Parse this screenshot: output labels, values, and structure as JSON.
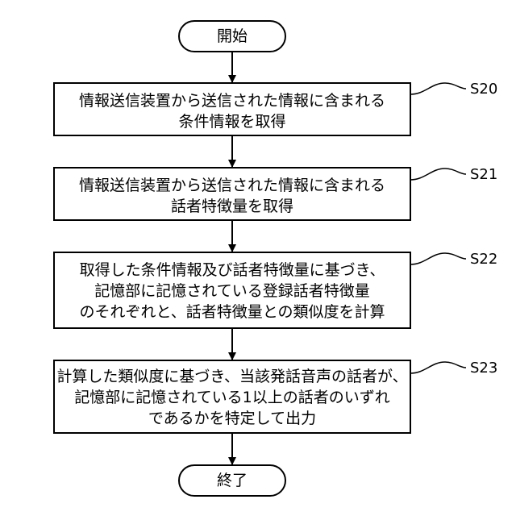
{
  "start": {
    "label": "開始"
  },
  "end": {
    "label": "終了"
  },
  "steps": [
    {
      "id": "S20",
      "lines": [
        "情報送信装置から送信された情報に含まれる",
        "条件情報を取得"
      ]
    },
    {
      "id": "S21",
      "lines": [
        "情報送信装置から送信された情報に含まれる",
        "話者特徴量を取得"
      ]
    },
    {
      "id": "S22",
      "lines": [
        "取得した条件情報及び話者特徴量に基づき、",
        "記憶部に記憶されている登録話者特徴量",
        "のそれぞれと、話者特徴量との類似度を計算"
      ]
    },
    {
      "id": "S23",
      "lines": [
        "計算した類似度に基づき、当該発話音声の話者が、",
        "記憶部に記憶されている1以上の話者のいずれ",
        "であるかを特定して出力"
      ]
    }
  ]
}
